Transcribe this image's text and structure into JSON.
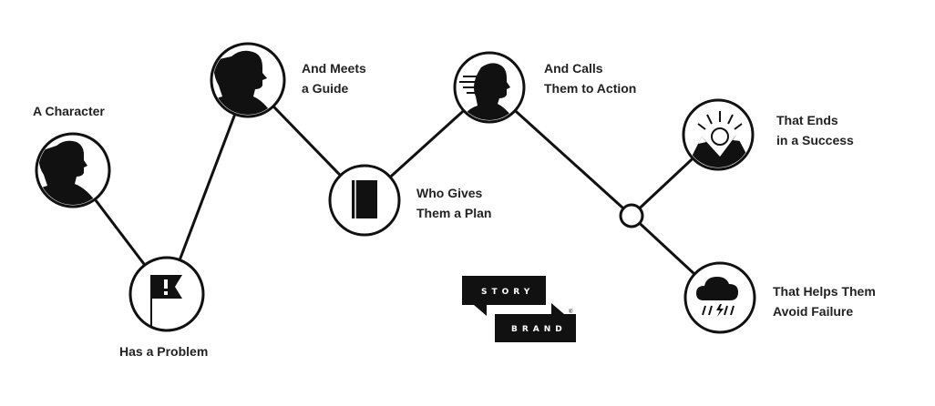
{
  "colors": {
    "ink": "#111111",
    "background": "#ffffff"
  },
  "steps": [
    {
      "id": "character",
      "label_lines": [
        "A Character"
      ],
      "icon": "person-silhouette-icon"
    },
    {
      "id": "problem",
      "label_lines": [
        "Has a Problem"
      ],
      "icon": "flag-exclamation-icon"
    },
    {
      "id": "guide",
      "label_lines": [
        "And Meets",
        "a Guide"
      ],
      "icon": "person-silhouette-icon"
    },
    {
      "id": "plan",
      "label_lines": [
        "Who Gives",
        "Them a Plan"
      ],
      "icon": "book-icon"
    },
    {
      "id": "action",
      "label_lines": [
        "And Calls",
        "Them to Action"
      ],
      "icon": "person-moving-icon"
    },
    {
      "id": "success",
      "label_lines": [
        "That Ends",
        "in a Success"
      ],
      "icon": "sunrise-mountains-icon"
    },
    {
      "id": "failure",
      "label_lines": [
        "That Helps Them",
        "Avoid Failure"
      ],
      "icon": "storm-cloud-icon"
    }
  ],
  "logo": {
    "top": "STORY",
    "bottom": "BRAND",
    "mark": "®"
  }
}
